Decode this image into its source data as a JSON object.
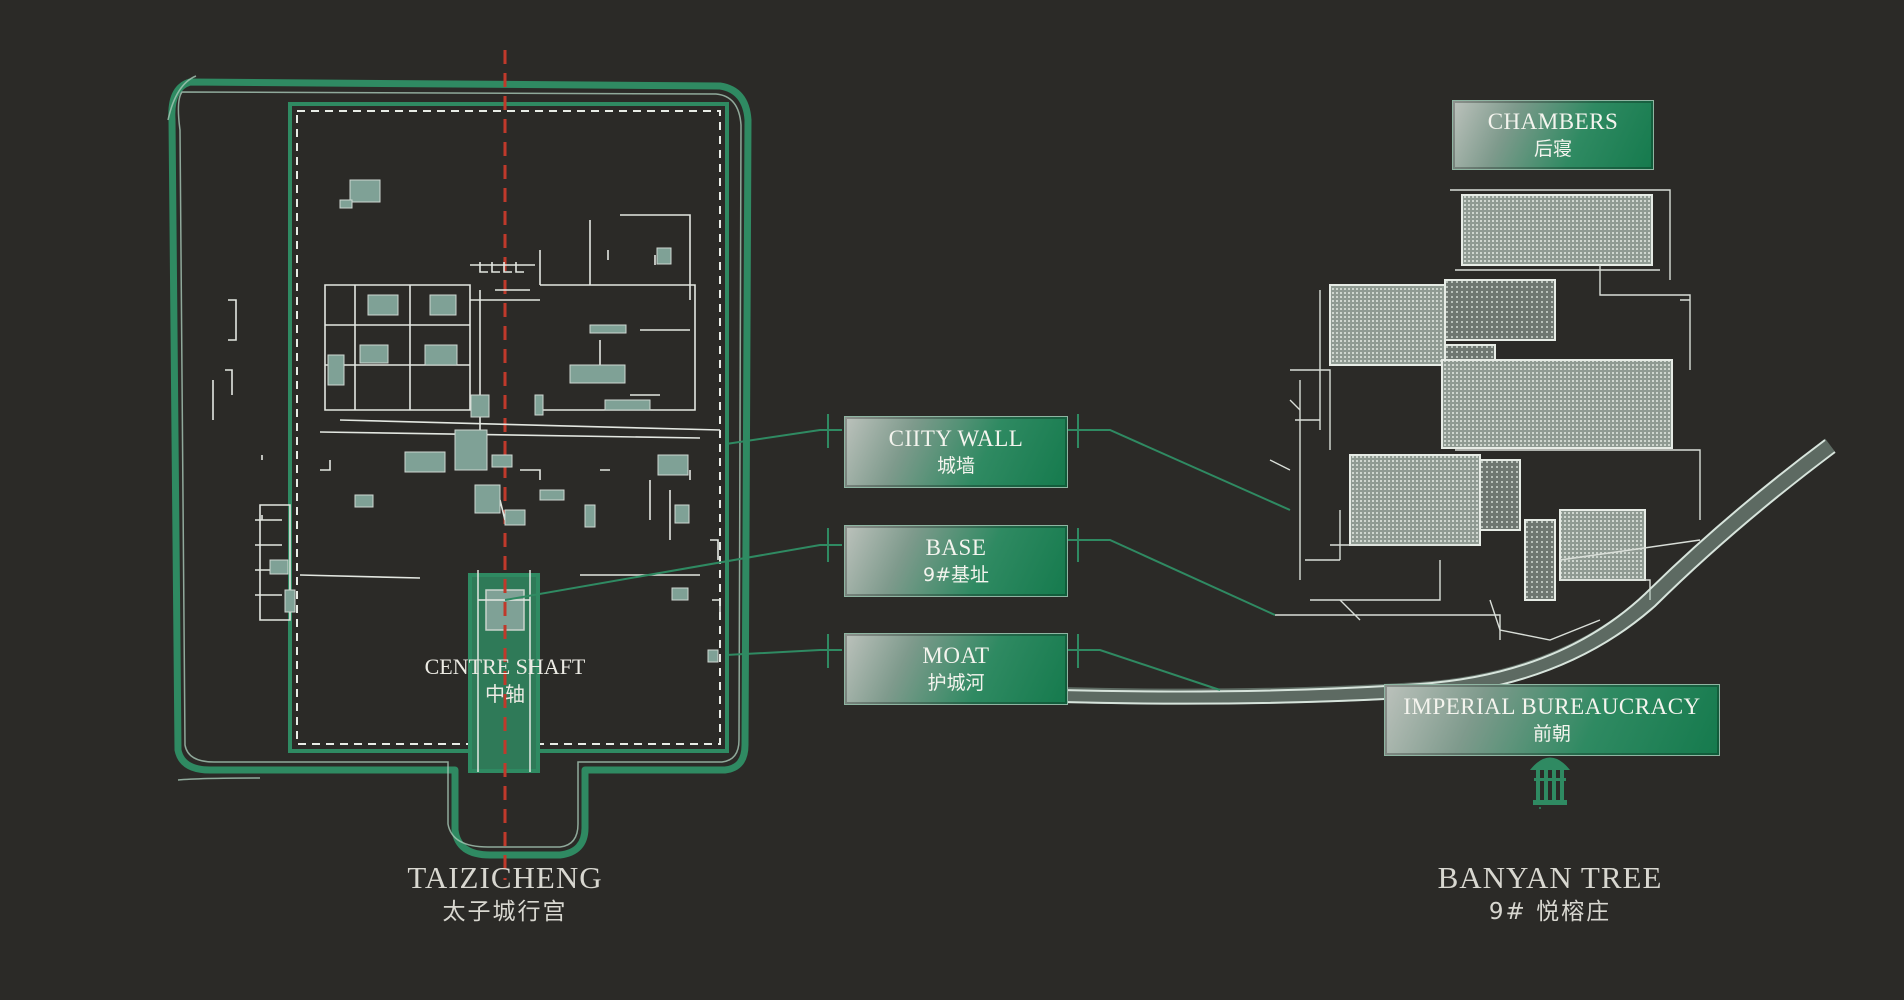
{
  "labels": {
    "city_wall": {
      "en": "CIITY WALL",
      "zh": "城墙"
    },
    "base": {
      "en": "BASE",
      "zh": "9#基址"
    },
    "moat": {
      "en": "MOAT",
      "zh": "护城河"
    },
    "chambers": {
      "en": "CHAMBERS",
      "zh": "后寝"
    },
    "imperial_bureaucracy": {
      "en": "IMPERIAL BUREAUCRACY",
      "zh": "前朝"
    },
    "centre_shaft": {
      "en": "CENTRE SHAFT",
      "zh": "中轴"
    }
  },
  "sites": {
    "taizicheng": {
      "en": "TAIZICHENG",
      "zh": "太子城行宫"
    },
    "banyan_tree": {
      "en": "BANYAN TREE",
      "zh": "9# 悦榕庄"
    }
  },
  "colors": {
    "background": "#2b2a27",
    "wall_green": "#2f8a62",
    "axis_red": "#c0392b",
    "sketch_white": "#d6dad4",
    "building_fill": "#7fa196"
  },
  "icons": {
    "brand_logo": "banyan-tree-logo-icon"
  }
}
